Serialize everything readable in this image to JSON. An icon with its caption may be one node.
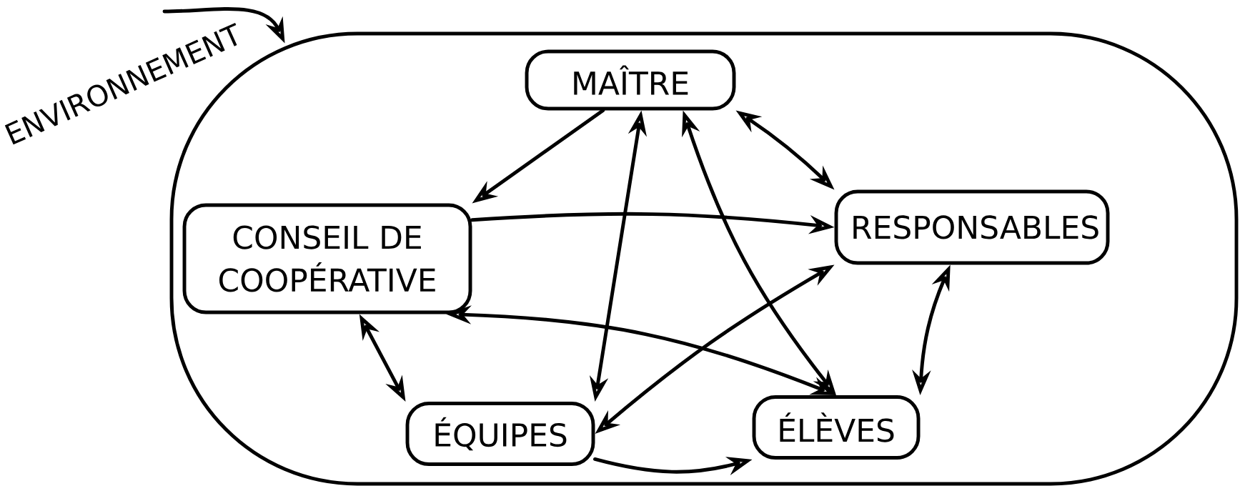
{
  "diagram": {
    "nodes": [
      {
        "text": [
          "ENVIRONNEMENT"
        ]
      },
      {
        "text": [
          "MAÎTRE"
        ],
        "in": 0
      },
      {
        "text": [
          "CONSEIL DE COOPÉRATIVE"
        ],
        "in": 0
      },
      {
        "text": [
          "RESPONSABLES"
        ],
        "in": 0
      },
      {
        "text": [
          "ÉQUIPES"
        ],
        "in": 0
      },
      {
        "text": [
          "ÉLÈVES"
        ],
        "in": 0
      }
    ],
    "edges": [
      {
        "from": null,
        "to": 0,
        "arrow": "to"
      },
      {
        "from": 1,
        "to": 2,
        "arrow": "to"
      },
      {
        "from": 1,
        "to": 4,
        "arrow": "both"
      },
      {
        "from": 1,
        "to": 5,
        "arrow": "both"
      },
      {
        "from": 1,
        "to": 3,
        "arrow": "both"
      },
      {
        "from": 2,
        "to": 3,
        "arrow": "to"
      },
      {
        "from": 2,
        "to": 5,
        "arrow": "both"
      },
      {
        "from": 2,
        "to": 4,
        "arrow": "both"
      },
      {
        "from": 3,
        "to": 4,
        "arrow": "both"
      },
      {
        "from": 3,
        "to": 5,
        "arrow": "both"
      },
      {
        "from": 4,
        "to": 5,
        "arrow": "to"
      }
    ]
  }
}
